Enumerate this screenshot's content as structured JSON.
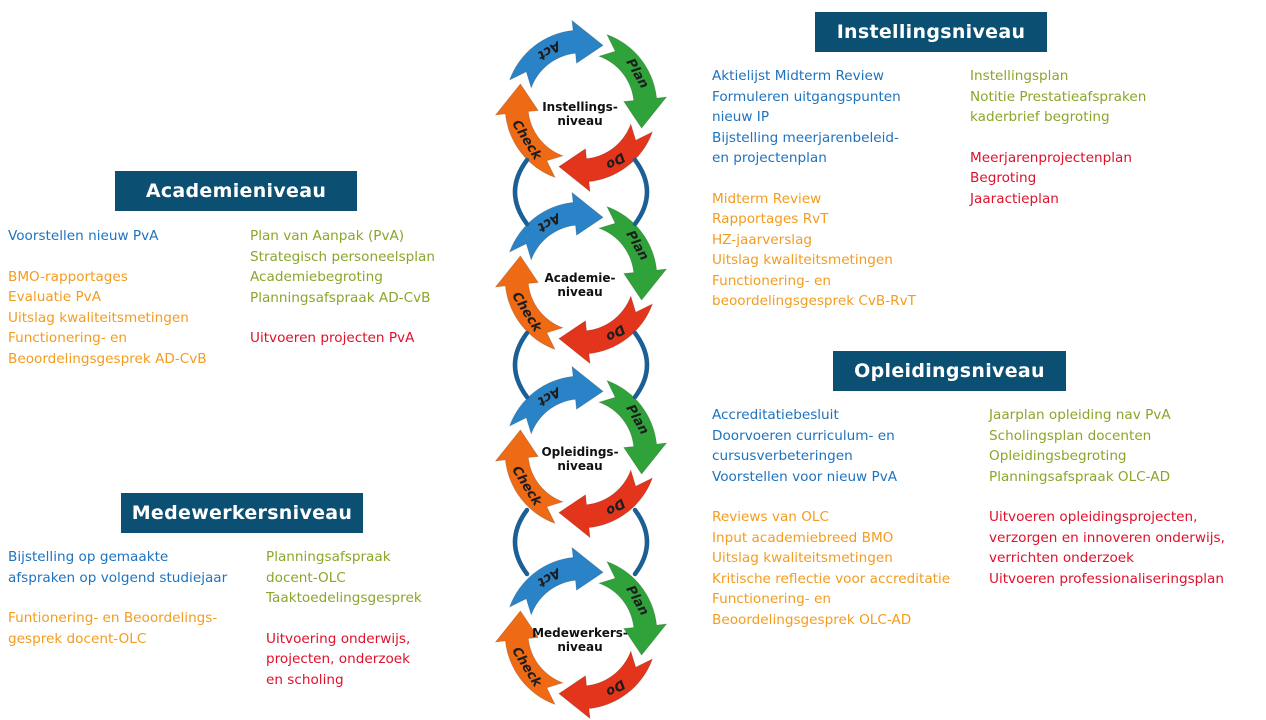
{
  "colors": {
    "banner": "#0b4f72",
    "blue": "#1e73be",
    "orange": "#f39c1f",
    "green": "#8aa62a",
    "red": "#e0102b",
    "plan_arrow": "#2fa33a",
    "do_arrow": "#e3341c",
    "check_arrow": "#ef6a14",
    "act_arrow": "#2a83c6",
    "connector": "#1b5f95"
  },
  "cycle_words": {
    "plan": "Plan",
    "do": "Do",
    "check": "Check",
    "act": "Act"
  },
  "cycles": [
    {
      "line1": "Instellings-",
      "line2": "niveau"
    },
    {
      "line1": "Academie-",
      "line2": "niveau"
    },
    {
      "line1": "Opleidings-",
      "line2": "niveau"
    },
    {
      "line1": "Medewerkers-",
      "line2": "niveau"
    }
  ],
  "sections": {
    "instelling": {
      "title": "Instellingsniveau",
      "act": [
        "Aktielijst Midterm Review",
        "Formuleren uitgangspunten",
        "nieuw IP",
        "Bijstelling meerjarenbeleid-",
        "en projectenplan"
      ],
      "check": [
        "Midterm Review",
        "Rapportages RvT",
        "HZ-jaarverslag",
        "Uitslag kwaliteitsmetingen",
        "Functionering- en",
        "beoordelingsgesprek CvB-RvT"
      ],
      "plan": [
        "Instellingsplan",
        "Notitie Prestatieafspraken",
        "kaderbrief begroting"
      ],
      "do": [
        "Meerjarenprojectenplan",
        "Begroting",
        "Jaaractieplan"
      ]
    },
    "academie": {
      "title": "Academieniveau",
      "act": [
        "Voorstellen nieuw PvA"
      ],
      "check": [
        "BMO-rapportages",
        "Evaluatie PvA",
        "Uitslag kwaliteitsmetingen",
        "Functionering- en",
        "Beoordelingsgesprek AD-CvB"
      ],
      "plan": [
        "Plan van Aanpak (PvA)",
        "Strategisch personeelsplan",
        "Academiebegroting",
        "Planningsafspraak AD-CvB"
      ],
      "do": [
        "Uitvoeren projecten PvA"
      ]
    },
    "opleiding": {
      "title": "Opleidingsniveau",
      "act": [
        "Accreditatiebesluit",
        "Doorvoeren curriculum- en",
        "cursusverbeteringen",
        "Voorstellen voor nieuw PvA"
      ],
      "check": [
        "Reviews van OLC",
        "Input academiebreed BMO",
        "Uitslag kwaliteitsmetingen",
        "Kritische reflectie voor accreditatie",
        "Functionering- en",
        "Beoordelingsgesprek OLC-AD"
      ],
      "plan": [
        "Jaarplan opleiding nav PvA",
        "Scholingsplan docenten",
        "Opleidingsbegroting",
        "Planningsafspraak OLC-AD"
      ],
      "do": [
        "Uitvoeren opleidingsprojecten,",
        "verzorgen en innoveren onderwijs,",
        "verrichten onderzoek",
        "Uitvoeren professionaliseringsplan"
      ]
    },
    "medewerker": {
      "title": "Medewerkersniveau",
      "act": [
        "Bijstelling op gemaakte",
        "afspraken op volgend studiejaar"
      ],
      "check": [
        "Funtionering- en Beoordelings-",
        "gesprek docent-OLC"
      ],
      "plan": [
        "Planningsafspraak",
        "docent-OLC",
        "Taaktoedelingsgesprek"
      ],
      "do": [
        "Uitvoering onderwijs,",
        "projecten, onderzoek",
        "en scholing"
      ]
    }
  }
}
